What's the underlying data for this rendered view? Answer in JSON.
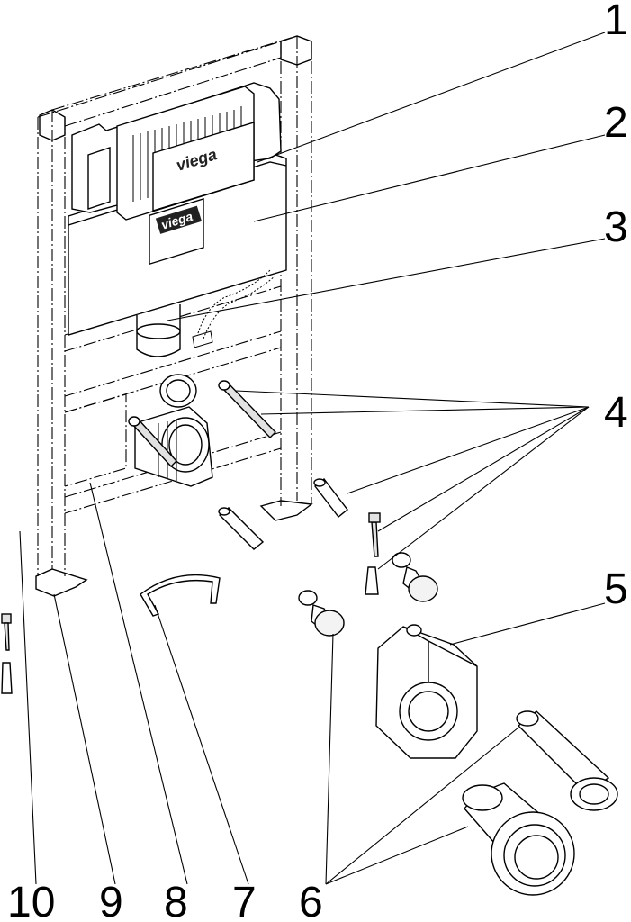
{
  "diagram": {
    "brand_text": "viega",
    "callouts": [
      {
        "id": "1",
        "label": "1"
      },
      {
        "id": "2",
        "label": "2"
      },
      {
        "id": "3",
        "label": "3"
      },
      {
        "id": "4",
        "label": "4"
      },
      {
        "id": "5",
        "label": "5"
      },
      {
        "id": "6",
        "label": "6"
      },
      {
        "id": "7",
        "label": "7"
      },
      {
        "id": "8",
        "label": "8"
      },
      {
        "id": "9",
        "label": "9"
      },
      {
        "id": "10",
        "label": "10"
      }
    ]
  }
}
